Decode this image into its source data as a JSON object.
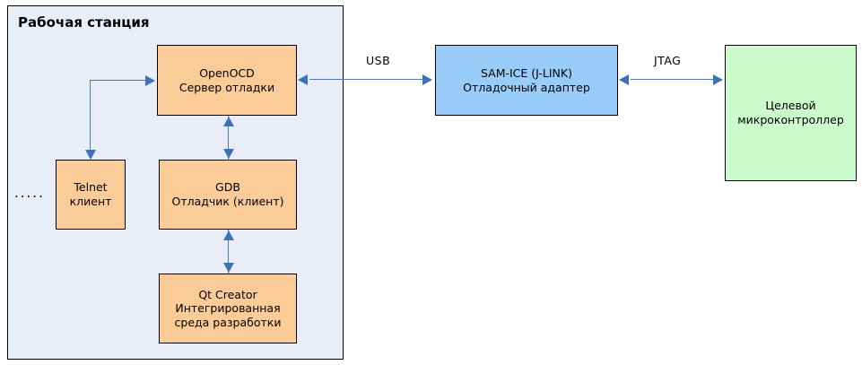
{
  "diagram": {
    "title_visible": false,
    "workstation": {
      "label": "Рабочая станция",
      "ellipsis": ".....",
      "background_color": "#E8EDF7"
    },
    "nodes": [
      {
        "id": "openocd",
        "lines": [
          "OpenOCD",
          "Сервер отладки"
        ],
        "fill": "#FBCB98"
      },
      {
        "id": "telnet",
        "lines": [
          "Telnet",
          "клиент"
        ],
        "fill": "#FBCB98"
      },
      {
        "id": "gdb",
        "lines": [
          "GDB",
          "Отладчик (клиент)"
        ],
        "fill": "#FBCB98"
      },
      {
        "id": "qtcreator",
        "lines": [
          "Qt Creator",
          "Интегрированная",
          "среда разработки"
        ],
        "fill": "#FBCB98"
      },
      {
        "id": "samice",
        "lines": [
          "SAM-ICE (J-LINK)",
          "Отладочный адаптер"
        ],
        "fill": "#99CCF9"
      },
      {
        "id": "mcu",
        "lines": [
          "Целевой",
          "микроконтроллер"
        ],
        "fill": "#CCFACC"
      }
    ],
    "connections": [
      {
        "id": "usb",
        "label": "USB",
        "from": "openocd",
        "to": "samice",
        "style": "bidirectional"
      },
      {
        "id": "jtag",
        "label": "JTAG",
        "from": "samice",
        "to": "mcu",
        "style": "bidirectional"
      },
      {
        "id": "openocd-telnet",
        "label": "",
        "from": "openocd",
        "to": "telnet",
        "style": "bidirectional"
      },
      {
        "id": "openocd-gdb",
        "label": "",
        "from": "openocd",
        "to": "gdb",
        "style": "bidirectional"
      },
      {
        "id": "gdb-qtcreator",
        "label": "",
        "from": "gdb",
        "to": "qtcreator",
        "style": "bidirectional"
      }
    ],
    "colors": {
      "line": "#4A7BB5",
      "arrow": "#3F72B5",
      "border": "#000000",
      "page_background": "#FFFFFF"
    }
  }
}
